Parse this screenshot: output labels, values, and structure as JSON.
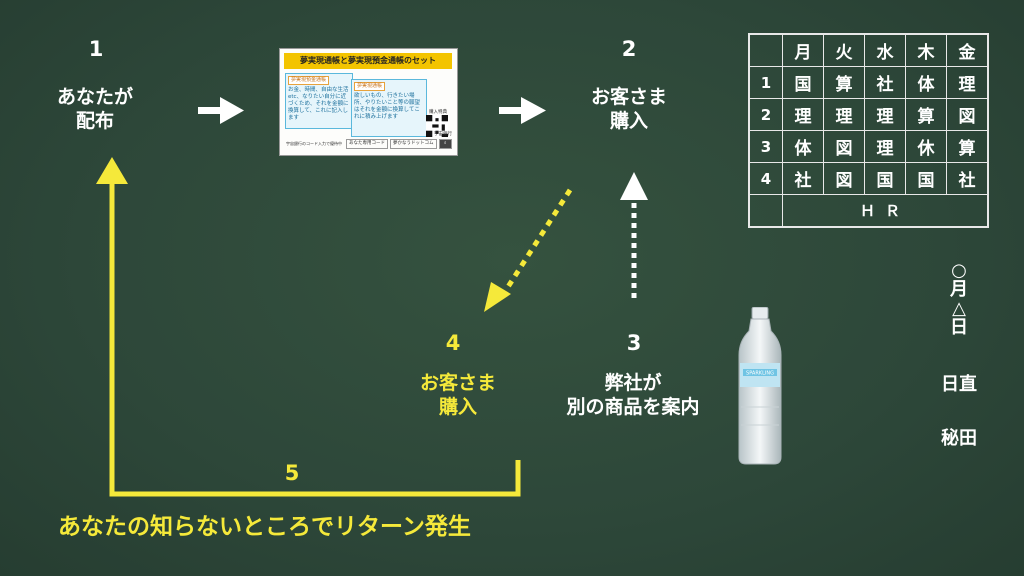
{
  "steps": [
    {
      "number": "1",
      "label": "あなたが\n配布"
    },
    {
      "number": "2",
      "label": "お客さま\n購入"
    },
    {
      "number": "3",
      "label": "弊社が\n別の商品を案内"
    },
    {
      "number": "4",
      "label": "お客さま\n購入"
    },
    {
      "number": "5",
      "label": ""
    }
  ],
  "return_caption": "あなたの知らないところでリターン発生",
  "card": {
    "banner": "夢実現通帳と夢実現預金通帳のセット",
    "box1_title": "夢実現預金通帳",
    "box1_text": "お金、時間、自由な生活etc、なりたい自分に近づくため、それを金額に換算して、これに記入します",
    "box2_title": "夢実現通帳",
    "box2_text": "欲しいもの、行きたい場所、やりたいこと等の願望はそれを金額に換算してこれに積み上げます",
    "qr_label": "購入特典",
    "bank_label": "宇宙銀行",
    "footer": [
      "宇宙銀行のコード入力で優待中",
      "あなた専用コード",
      "夢かなうドットコム"
    ]
  },
  "timetable": {
    "days": [
      "月",
      "火",
      "水",
      "木",
      "金"
    ],
    "rows": [
      {
        "period": "1",
        "subjects": [
          "国",
          "算",
          "社",
          "体",
          "理"
        ]
      },
      {
        "period": "2",
        "subjects": [
          "理",
          "理",
          "理",
          "算",
          "図"
        ]
      },
      {
        "period": "3",
        "subjects": [
          "体",
          "図",
          "理",
          "休",
          "算"
        ]
      },
      {
        "period": "4",
        "subjects": [
          "社",
          "図",
          "国",
          "国",
          "社"
        ]
      }
    ],
    "homeroom": "ＨＲ"
  },
  "date": {
    "month_mark": "○",
    "month": "月",
    "day_mark": "△",
    "day": "日"
  },
  "duty": {
    "label": "日直",
    "name": "秘田"
  },
  "bottle_label": "SPARKLING",
  "colors": {
    "board": "#2d4739",
    "chalk_white": "#ffffff",
    "chalk_yellow": "#f5e93a"
  }
}
